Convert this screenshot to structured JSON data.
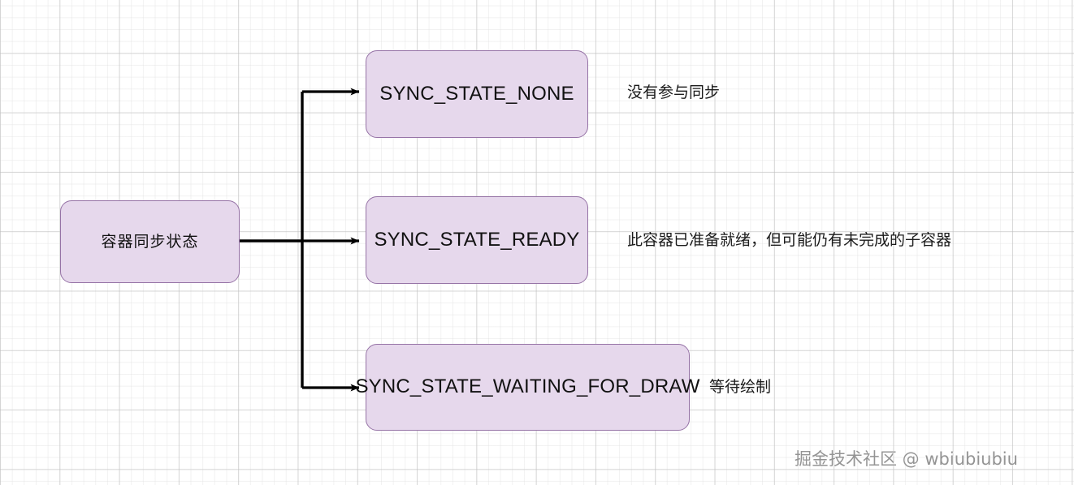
{
  "diagram": {
    "title_node": {
      "id": "container-sync-state",
      "label": "容器同步状态"
    },
    "nodes": [
      {
        "id": "sync-state-none",
        "label": "SYNC_STATE_NONE"
      },
      {
        "id": "sync-state-ready",
        "label": "SYNC_STATE_READY"
      },
      {
        "id": "sync-state-waiting-for-draw",
        "label": "SYNC_STATE_WAITING_FOR_DRAW"
      }
    ],
    "annotations": [
      {
        "for": "sync-state-none",
        "text": "没有参与同步"
      },
      {
        "for": "sync-state-ready",
        "text": "此容器已准备就绪，但可能仍有未完成的子容器"
      },
      {
        "for": "sync-state-waiting-for-draw",
        "text": "等待绘制"
      }
    ],
    "colors": {
      "node_fill": "#e6d8ec",
      "node_border": "#9673a6",
      "connector": "#000000",
      "grid_major": "#bebebe",
      "grid_minor": "#e1e1e1",
      "text": "#111111",
      "watermark": "#8f8f8f"
    }
  },
  "watermark": {
    "text": "掘金技术社区 @ wbiubiubiu"
  }
}
